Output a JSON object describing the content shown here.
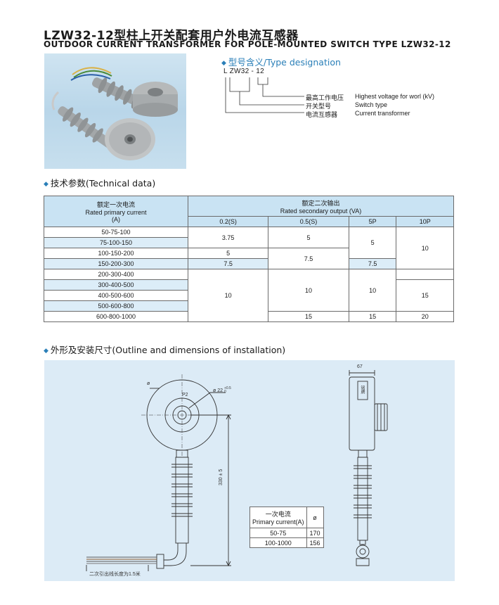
{
  "header": {
    "title_cn": "LZW32-12型柱上开关配套用户外电流互感器",
    "title_en": "OUTDOOR CURRENT TRANSFORMER FOR POLE-MOUNTED SWITCH TYPE LZW32-12"
  },
  "type_designation": {
    "heading": "型号含义/Type designation",
    "code": "L ZW32 - 12",
    "items": [
      {
        "cn": "最高工作电压",
        "en": "Highest voltage for worl (kV)"
      },
      {
        "cn": "开关型号",
        "en": "Switch type"
      },
      {
        "cn": "电流互感器",
        "en": "Current transformer"
      }
    ]
  },
  "technical_data": {
    "heading": "技术参数(Technical data)",
    "col_primary_cn": "额定一次电流",
    "col_primary_en": "Rated primary current",
    "col_primary_unit": "(A)",
    "col_secondary_cn": "额定二次输出",
    "col_secondary_en": "Rated secondary output (VA)",
    "classes": [
      "0.2(S)",
      "0.5(S)",
      "5P",
      "10P"
    ],
    "rows": [
      "50-75-100",
      "75-100-150",
      "100-150-200",
      "150-200-300",
      "200-300-400",
      "300-400-500",
      "400-500-600",
      "500-600-800",
      "600-800-1000"
    ],
    "values": {
      "c02_a": "3.75",
      "c02_b": "5",
      "c02_c": "7.5",
      "c02_d": "10",
      "c05_a": "5",
      "c05_b": "7.5",
      "c05_c": "10",
      "c05_d": "15",
      "c5p_a": "5",
      "c5p_b": "7.5",
      "c5p_c": "10",
      "c5p_d": "15",
      "c10p_a": "10",
      "c10p_b": "15",
      "c10p_c": "20"
    }
  },
  "outline": {
    "heading": "外形及安装尺寸(Outline and dimensions of installation)",
    "labels": {
      "phi": "ø",
      "p2": "P2",
      "bore": "ø 22",
      "bore_tol_up": "+0.5",
      "bore_tol_dn": "0",
      "height": "330 ± 5",
      "width": "67",
      "lead": "二次引出线长度为1.5米",
      "plate": "铭牌"
    },
    "dim_table": {
      "head_cn": "一次电流",
      "head_en": "Primary current(A)",
      "head_phi": "ø",
      "rows": [
        {
          "current": "50-75",
          "phi": "170"
        },
        {
          "current": "100-1000",
          "phi": "156"
        }
      ]
    }
  }
}
